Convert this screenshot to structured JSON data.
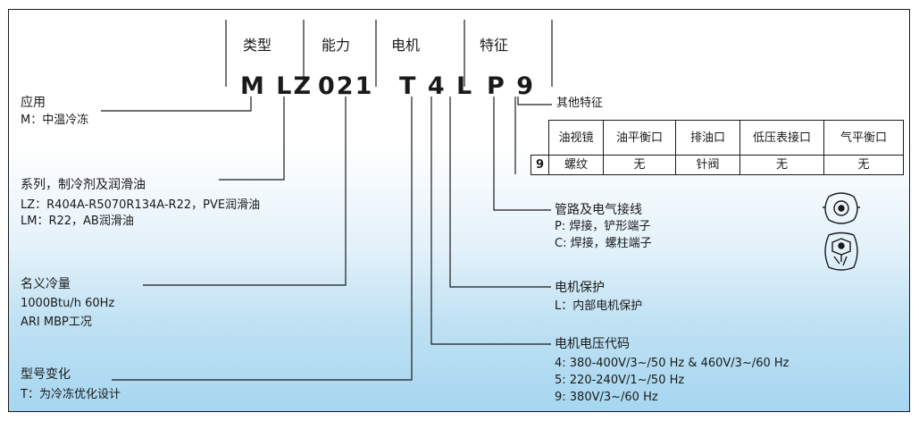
{
  "headers": [
    "类型",
    "能力",
    "电机",
    "特征"
  ],
  "codes": {
    "type": "M LZ",
    "capacity": "021",
    "motor": "T 4 L",
    "feature": "P 9"
  },
  "application": {
    "title": "应用",
    "desc": "M：中温冷冻"
  },
  "series": {
    "title": "系列，制冷剂及润滑油",
    "line1": "LZ：R404A-R5070R134A-R22，PVE润滑油",
    "line2": "LM：R22，AB润滑油"
  },
  "capacity": {
    "title": "名义冷量",
    "line1": "1000Btu/h 60Hz",
    "line2": "ARI MBP工况"
  },
  "model_change": {
    "title": "型号变化",
    "desc": "T：为冷冻优化设计"
  },
  "piping": {
    "title": "管路及电气接线",
    "line1": "P: 焊接，铲形端子",
    "line2": "C: 焊接，螺柱端子"
  },
  "motor_protection": {
    "title": "电机保护",
    "desc": "L：内部电机保护"
  },
  "motor_voltage": {
    "title": "电机电压代码",
    "line1": "4: 380-400V/3~/50 Hz & 460V/3~/60 Hz",
    "line2": "5: 220-240V/1~/50 Hz",
    "line3": "9: 380V/3~/60 Hz"
  },
  "other_features": {
    "title": "其他特征",
    "columns": [
      "油视镜",
      "油平衡口",
      "排油口",
      "低压表接口",
      "气平衡口"
    ],
    "row": {
      "code": "9",
      "values": [
        "螺纹",
        "无",
        "针阀",
        "无",
        "无"
      ]
    }
  }
}
